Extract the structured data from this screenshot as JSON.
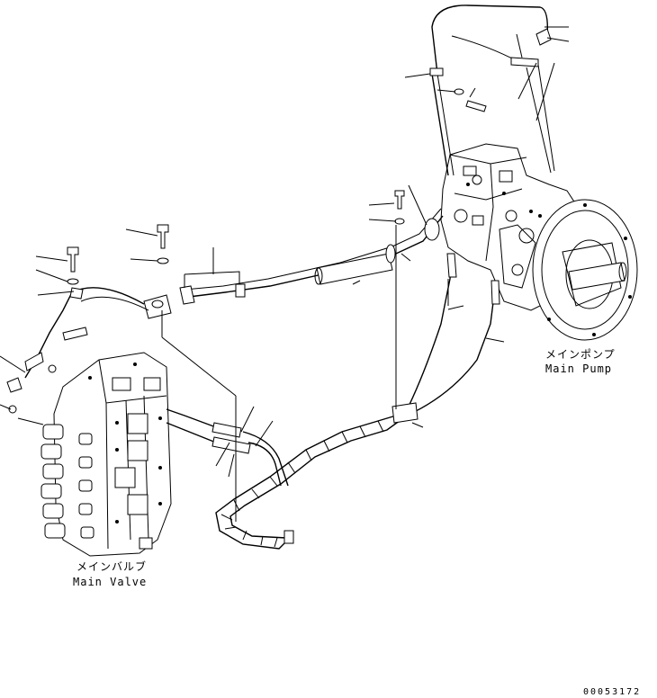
{
  "labels": {
    "main_pump_jp": "メインポンプ",
    "main_pump_en": "Main Pump",
    "main_valve_jp": "メインバルブ",
    "main_valve_en": "Main Valve"
  },
  "document_number": "00053172"
}
